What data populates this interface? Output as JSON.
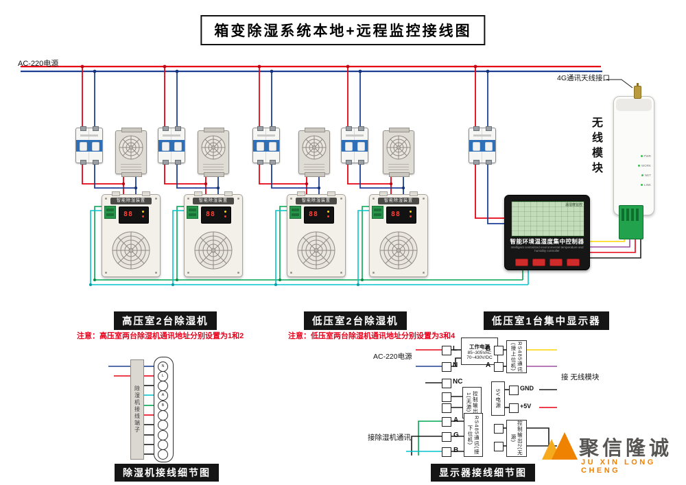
{
  "title": "箱变除湿系统本地+远程监控接线图",
  "power": {
    "label": "AC-220电源"
  },
  "dehumidifier": {
    "header": "智能除湿装置",
    "display_value": "88"
  },
  "controller": {
    "lcd_tag": "温湿度监控",
    "name": "智能环境温湿度集中控制器",
    "name_en": "Intelligent centralized environmental temperature and humidity controller"
  },
  "wireless": {
    "antenna_label": "4G通讯天线接口",
    "module_label": "无线模块",
    "leds": [
      "PWR",
      "WORK",
      "NET",
      "LINK"
    ]
  },
  "sections": {
    "high_voltage": {
      "label": "高压室2台除湿机",
      "note": "注意：高压室两台除湿机通讯地址分别设置为1和2"
    },
    "low_voltage": {
      "label": "低压室2台除湿机",
      "note": "注意：低压室两台除湿机通讯地址分别设置为3和4"
    },
    "display": {
      "label": "低压室1台集中显示器"
    }
  },
  "detail_dehu": {
    "caption": "除湿机接线细节图",
    "panel_label": "除湿机接线端子",
    "terminals": [
      "N",
      "L",
      "",
      "A",
      "B",
      "",
      "",
      "",
      "",
      ""
    ]
  },
  "detail_display": {
    "caption": "显示器接线细节图",
    "ac_label": "AC-220电源",
    "power_box": [
      "工作电源",
      "85~305VAC",
      "70~430V/DC"
    ],
    "left_terminals": [
      "L",
      "N",
      "NC"
    ],
    "out1_box": "控制输出1(无源)",
    "comm_terminals": [
      "A",
      "G",
      "B"
    ],
    "rs485_down_box": "RS485通讯(接下位机)",
    "comm_label": "接除湿机通讯",
    "right_terminals": [
      "B",
      "A"
    ],
    "rs485_up_box": "RS485通讯(接上位机)",
    "module_link_label": "接 无线模块",
    "v5_box": "5V电源",
    "gnd_label": "GND",
    "v5_label": "+5V",
    "out2_box": "控制输出2(无源)"
  },
  "logo": {
    "cn": "聚信隆诚",
    "en": "JU XIN LONG CHENG"
  },
  "colors": {
    "wire_red": "#e60012",
    "wire_blue": "#1c3f94",
    "wire_green": "#00a550",
    "wire_cyan": "#00c4cc",
    "wire_yellow": "#ffd400",
    "wire_purple": "#9b4f9e",
    "logo_orange": "#f08300"
  }
}
